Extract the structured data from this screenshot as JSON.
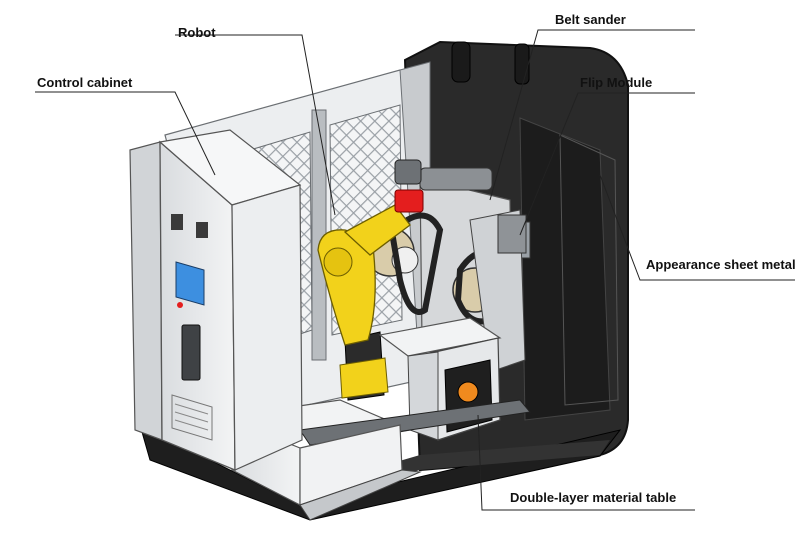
{
  "labels": {
    "robot": "Robot",
    "belt_sander": "Belt sander",
    "control_cabinet": "Control cabinet",
    "flip_module": "Flip Module",
    "appearance_sheet_metal": "Appearance sheet metal",
    "material_table": "Double-layer material table"
  },
  "colors": {
    "robot_yellow": "#f2d21b",
    "gripper_red": "#e41e1e",
    "screen_blue": "#3d8fe0",
    "emblem_orange": "#f08a1e",
    "enclosure_dark": "#222222",
    "panel_light": "#e8eaec"
  }
}
